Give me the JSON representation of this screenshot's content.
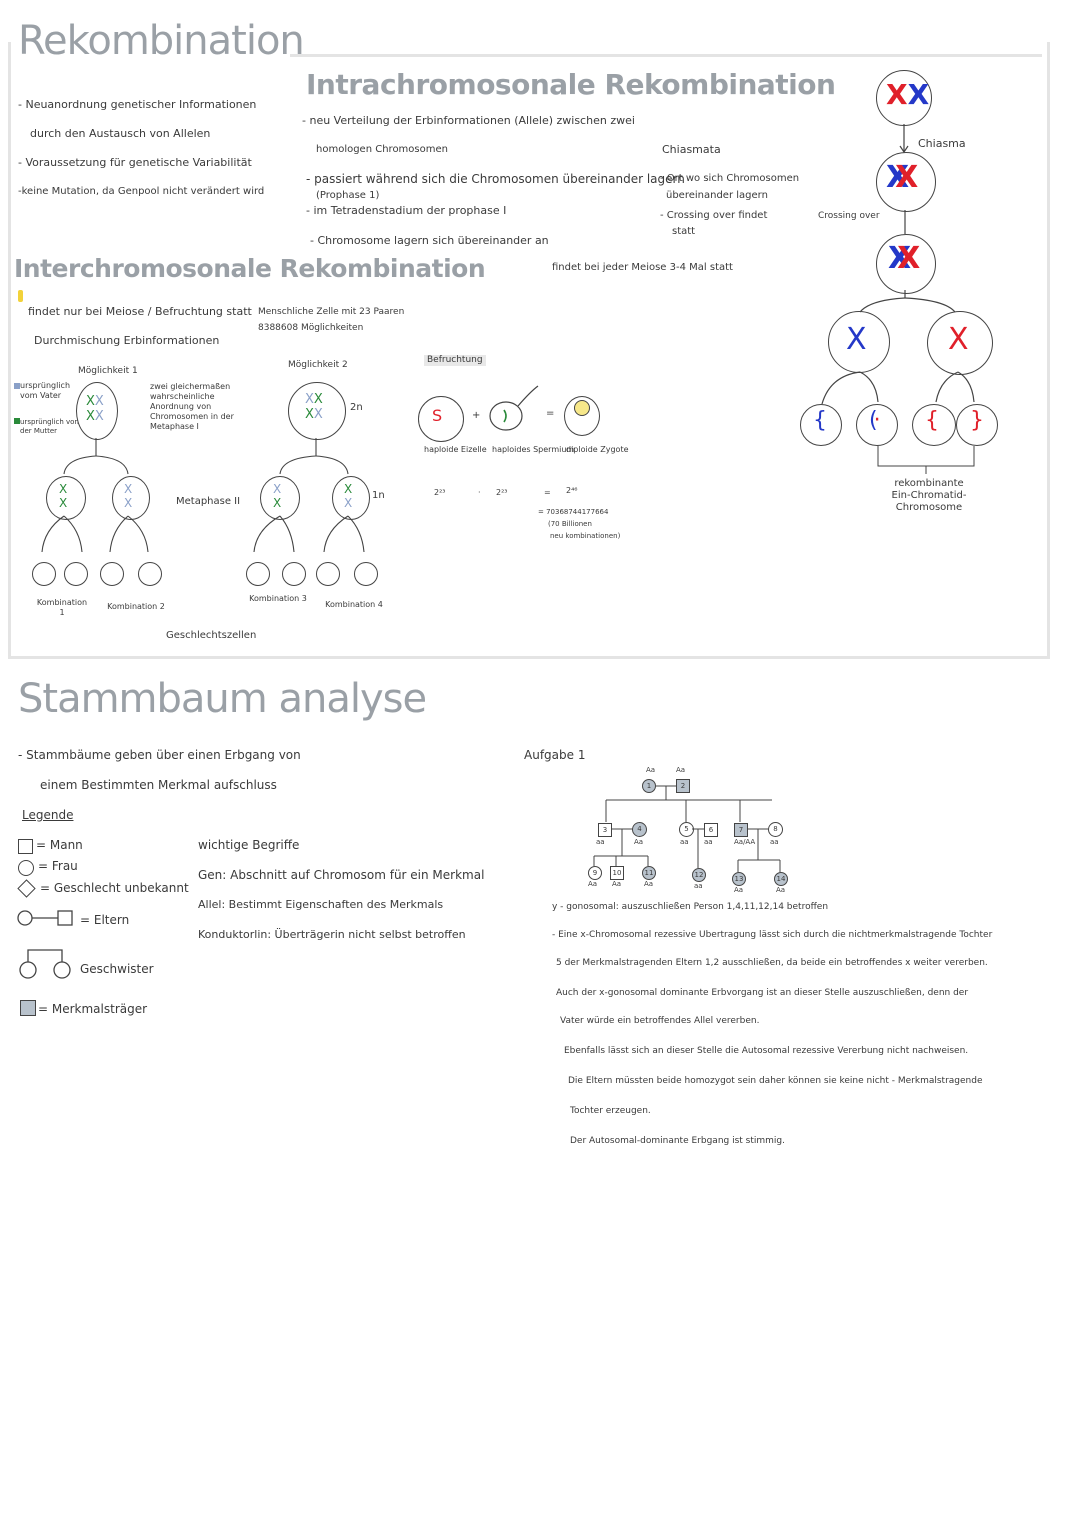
{
  "recombination": {
    "title": "Rekombination",
    "bullets": [
      "- Neuanordnung genetischer Informationen",
      "durch den Austausch von Allelen",
      "- Voraussetzung für genetische Variabilität",
      "-keine Mutation, da Genpool nicht verändert wird"
    ]
  },
  "intra": {
    "title": "Intrachromosonale Rekombination",
    "lines": [
      "- neu Verteilung der Erbinformationen (Allele) zwischen zwei",
      "homologen Chromosomen",
      "- passiert während sich die Chromosomen übereinander lagern",
      "(Prophase 1)",
      "- im Tetradenstadium der prophase I",
      "- Chromosome lagern sich übereinander an"
    ],
    "chiasmata_title": "Chiasmata",
    "chiasmata_lines": [
      "- Ort wo sich Chromosomen",
      "übereinander lagern",
      "- Crossing over findet",
      "statt"
    ],
    "frequency": "findet bei jeder Meiose 3-4 Mal statt",
    "chiasma_label": "Chiasma",
    "crossing_over_label": "Crossing over",
    "result_label": "rekombinante Ein-Chromatid-Chromosome"
  },
  "inter": {
    "title": "Interchromosonale Rekombination",
    "line1": "findet nur bei Meiose / Befruchtung statt",
    "line2": "Durchmischung Erbinformationen",
    "human_cell": "Menschliche Zelle mit 23 Paaren",
    "possibilities": "8388608 Möglichkeiten",
    "option1": "Möglichkeit 1",
    "option2": "Möglichkeit 2",
    "from_father": "ursprünglich vom Vater",
    "from_mother": "ursprünglich von der Mutter",
    "note": "zwei gleichermaßen wahrscheinliche Anordnung von Chromosomen in der Metaphase I",
    "metaphase": "Metaphase II",
    "label_2n": "2n",
    "label_1n": "1n",
    "combo1": "Kombination 1",
    "combo2": "Kombination 2",
    "combo3": "Kombination 3",
    "combo4": "Kombination 4",
    "gametes": "Geschlechtszellen",
    "fertilization": "Befruchtung",
    "egg": "haploide Eizelle",
    "sperm": "haploides Spermium",
    "zygote": "diploide Zygote",
    "calc": [
      "2²³",
      "·",
      "2²³",
      "=",
      "2⁴⁶"
    ],
    "result": "= 70368744177664",
    "result2": "(70 Billionen",
    "result3": "neu kombinationen)"
  },
  "pedigree": {
    "title": "Stammbaum analyse",
    "intro1": "- Stammbäume geben über einen Erbgang von",
    "intro2": "einem Bestimmten Merkmal aufschluss",
    "legend_title": "Legende",
    "legend": {
      "man": "= Mann",
      "woman": "= Frau",
      "unknown": "= Geschlecht unbekannt",
      "parents": "= Eltern",
      "siblings": "Geschwister",
      "carrier": "= Merkmalsträger"
    },
    "terms_title": "wichtige Begriffe",
    "terms": [
      "Gen: Abschnitt auf Chromosom für ein Merkmal",
      "Allel: Bestimmt Eigenschaften des Merkmals",
      "Konduktorlin: Überträgerin nicht selbst betroffen"
    ],
    "task_title": "Aufgabe 1",
    "task_lines": [
      "y - gonosomal: auszuschließen Person 1,4,11,12,14 betroffen",
      "- Eine x-Chromosomal rezessive Übertragung lässt sich durch die nichtmerkmalstragende Tochter",
      "5 der Merkmalstragenden Eltern 1,2 ausschließen, da beide ein betroffendes x weiter vererben.",
      "Auch der x-gonosomal dominante Erbvorgang ist an dieser Stelle auszuschließen, denn der",
      "Vater würde ein betroffendes Allel vererben.",
      "Ebenfalls lässt sich an dieser Stelle die Autosomal rezessive Vererbung nicht nachweisen.",
      "Die Eltern müssten beide homozygot sein daher können sie keine nicht - Merkmalstragende",
      "Tochter erzeugen.",
      "Der Autosomal-dominante Erbgang ist stimmig."
    ],
    "tree": {
      "gen1_genotypes": [
        "Aa",
        "Aa"
      ],
      "gen1_ids": [
        "1",
        "2"
      ],
      "gen2_ids": [
        "3",
        "4",
        "5",
        "6",
        "7",
        "8"
      ],
      "gen2_genotypes": [
        "aa",
        "Aa",
        "aa",
        "aa",
        "Aa/AA",
        "aa"
      ],
      "gen3_ids": [
        "9",
        "10",
        "11",
        "12",
        "13",
        "14"
      ],
      "gen3_genotypes": [
        "Aa",
        "Aa",
        "Aa",
        "aa",
        "Aa",
        "Aa"
      ]
    }
  },
  "colors": {
    "title_gray": "#9aa0a6",
    "frame": "#e4e4e4",
    "carrier_fill": "#b8c2cc",
    "red": "#e0202a",
    "blue": "#2438c8",
    "green": "#2a8a3a",
    "highlight": "#f2d23a"
  }
}
